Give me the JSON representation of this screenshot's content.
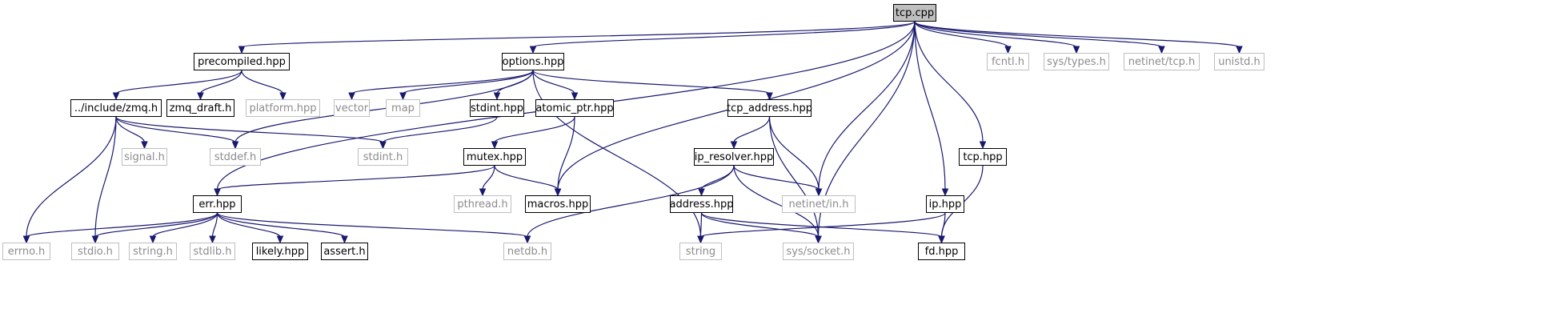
{
  "graph": {
    "colors": {
      "edge": "#191970",
      "root_fill": "#bfbfbf",
      "external_border": "#bfbfbf",
      "external_text": "#8c8c8c"
    },
    "root": "tcp.cpp",
    "nodes": [
      {
        "id": "tcp_cpp",
        "label": "tcp.cpp",
        "kind": "root"
      },
      {
        "id": "precompiled",
        "label": "precompiled.hpp",
        "kind": "file"
      },
      {
        "id": "options",
        "label": "options.hpp",
        "kind": "file"
      },
      {
        "id": "fcntl",
        "label": "fcntl.h",
        "kind": "external"
      },
      {
        "id": "systypes",
        "label": "sys/types.h",
        "kind": "external"
      },
      {
        "id": "netinettcp",
        "label": "netinet/tcp.h",
        "kind": "external"
      },
      {
        "id": "unistd",
        "label": "unistd.h",
        "kind": "external"
      },
      {
        "id": "zmq",
        "label": "../include/zmq.h",
        "kind": "file"
      },
      {
        "id": "zmqdraft",
        "label": "zmq_draft.h",
        "kind": "file"
      },
      {
        "id": "platform",
        "label": "platform.hpp",
        "kind": "external"
      },
      {
        "id": "vector",
        "label": "vector",
        "kind": "external"
      },
      {
        "id": "map",
        "label": "map",
        "kind": "external"
      },
      {
        "id": "stdinthpp",
        "label": "stdint.hpp",
        "kind": "file"
      },
      {
        "id": "atomicptr",
        "label": "atomic_ptr.hpp",
        "kind": "file"
      },
      {
        "id": "tcpaddress",
        "label": "tcp_address.hpp",
        "kind": "file"
      },
      {
        "id": "signal",
        "label": "signal.h",
        "kind": "external"
      },
      {
        "id": "stddef",
        "label": "stddef.h",
        "kind": "external"
      },
      {
        "id": "stdinth",
        "label": "stdint.h",
        "kind": "external"
      },
      {
        "id": "mutex",
        "label": "mutex.hpp",
        "kind": "file"
      },
      {
        "id": "ipresolver",
        "label": "ip_resolver.hpp",
        "kind": "file"
      },
      {
        "id": "tcphpp",
        "label": "tcp.hpp",
        "kind": "file"
      },
      {
        "id": "err",
        "label": "err.hpp",
        "kind": "file"
      },
      {
        "id": "pthread",
        "label": "pthread.h",
        "kind": "external"
      },
      {
        "id": "macros",
        "label": "macros.hpp",
        "kind": "file"
      },
      {
        "id": "address",
        "label": "address.hpp",
        "kind": "file"
      },
      {
        "id": "netinetin",
        "label": "netinet/in.h",
        "kind": "external"
      },
      {
        "id": "iphpp",
        "label": "ip.hpp",
        "kind": "file"
      },
      {
        "id": "errno",
        "label": "errno.h",
        "kind": "external"
      },
      {
        "id": "stdio",
        "label": "stdio.h",
        "kind": "external"
      },
      {
        "id": "string_h",
        "label": "string.h",
        "kind": "external"
      },
      {
        "id": "stdlib",
        "label": "stdlib.h",
        "kind": "external"
      },
      {
        "id": "likely",
        "label": "likely.hpp",
        "kind": "file"
      },
      {
        "id": "assert",
        "label": "assert.h",
        "kind": "file"
      },
      {
        "id": "netdb",
        "label": "netdb.h",
        "kind": "external"
      },
      {
        "id": "string",
        "label": "string",
        "kind": "external"
      },
      {
        "id": "syssocket",
        "label": "sys/socket.h",
        "kind": "external"
      },
      {
        "id": "fd",
        "label": "fd.hpp",
        "kind": "file"
      }
    ],
    "edges": [
      [
        "tcp_cpp",
        "precompiled"
      ],
      [
        "tcp_cpp",
        "options"
      ],
      [
        "tcp_cpp",
        "err"
      ],
      [
        "tcp_cpp",
        "macros"
      ],
      [
        "tcp_cpp",
        "netinetin"
      ],
      [
        "tcp_cpp",
        "syssocket"
      ],
      [
        "tcp_cpp",
        "iphpp"
      ],
      [
        "tcp_cpp",
        "tcphpp"
      ],
      [
        "tcp_cpp",
        "fcntl"
      ],
      [
        "tcp_cpp",
        "systypes"
      ],
      [
        "tcp_cpp",
        "netinettcp"
      ],
      [
        "tcp_cpp",
        "unistd"
      ],
      [
        "precompiled",
        "zmq"
      ],
      [
        "precompiled",
        "zmqdraft"
      ],
      [
        "precompiled",
        "platform"
      ],
      [
        "options",
        "vector"
      ],
      [
        "options",
        "map"
      ],
      [
        "options",
        "stddef"
      ],
      [
        "options",
        "stdinthpp"
      ],
      [
        "options",
        "atomicptr"
      ],
      [
        "options",
        "tcpaddress"
      ],
      [
        "options",
        "string"
      ],
      [
        "zmq",
        "signal"
      ],
      [
        "zmq",
        "stddef"
      ],
      [
        "zmq",
        "stdinth"
      ],
      [
        "zmq",
        "errno"
      ],
      [
        "zmq",
        "stdio"
      ],
      [
        "stdinthpp",
        "stdinth"
      ],
      [
        "atomicptr",
        "mutex"
      ],
      [
        "atomicptr",
        "macros"
      ],
      [
        "tcpaddress",
        "ipresolver"
      ],
      [
        "tcpaddress",
        "netinetin"
      ],
      [
        "tcpaddress",
        "syssocket"
      ],
      [
        "mutex",
        "err"
      ],
      [
        "mutex",
        "pthread"
      ],
      [
        "mutex",
        "macros"
      ],
      [
        "ipresolver",
        "address"
      ],
      [
        "ipresolver",
        "netinetin"
      ],
      [
        "ipresolver",
        "syssocket"
      ],
      [
        "ipresolver",
        "netdb"
      ],
      [
        "address",
        "string"
      ],
      [
        "address",
        "syssocket"
      ],
      [
        "address",
        "fd"
      ],
      [
        "tcphpp",
        "fd"
      ],
      [
        "iphpp",
        "fd"
      ],
      [
        "iphpp",
        "string"
      ],
      [
        "err",
        "errno"
      ],
      [
        "err",
        "stdio"
      ],
      [
        "err",
        "string_h"
      ],
      [
        "err",
        "stdlib"
      ],
      [
        "err",
        "likely"
      ],
      [
        "err",
        "assert"
      ],
      [
        "err",
        "netdb"
      ]
    ]
  }
}
